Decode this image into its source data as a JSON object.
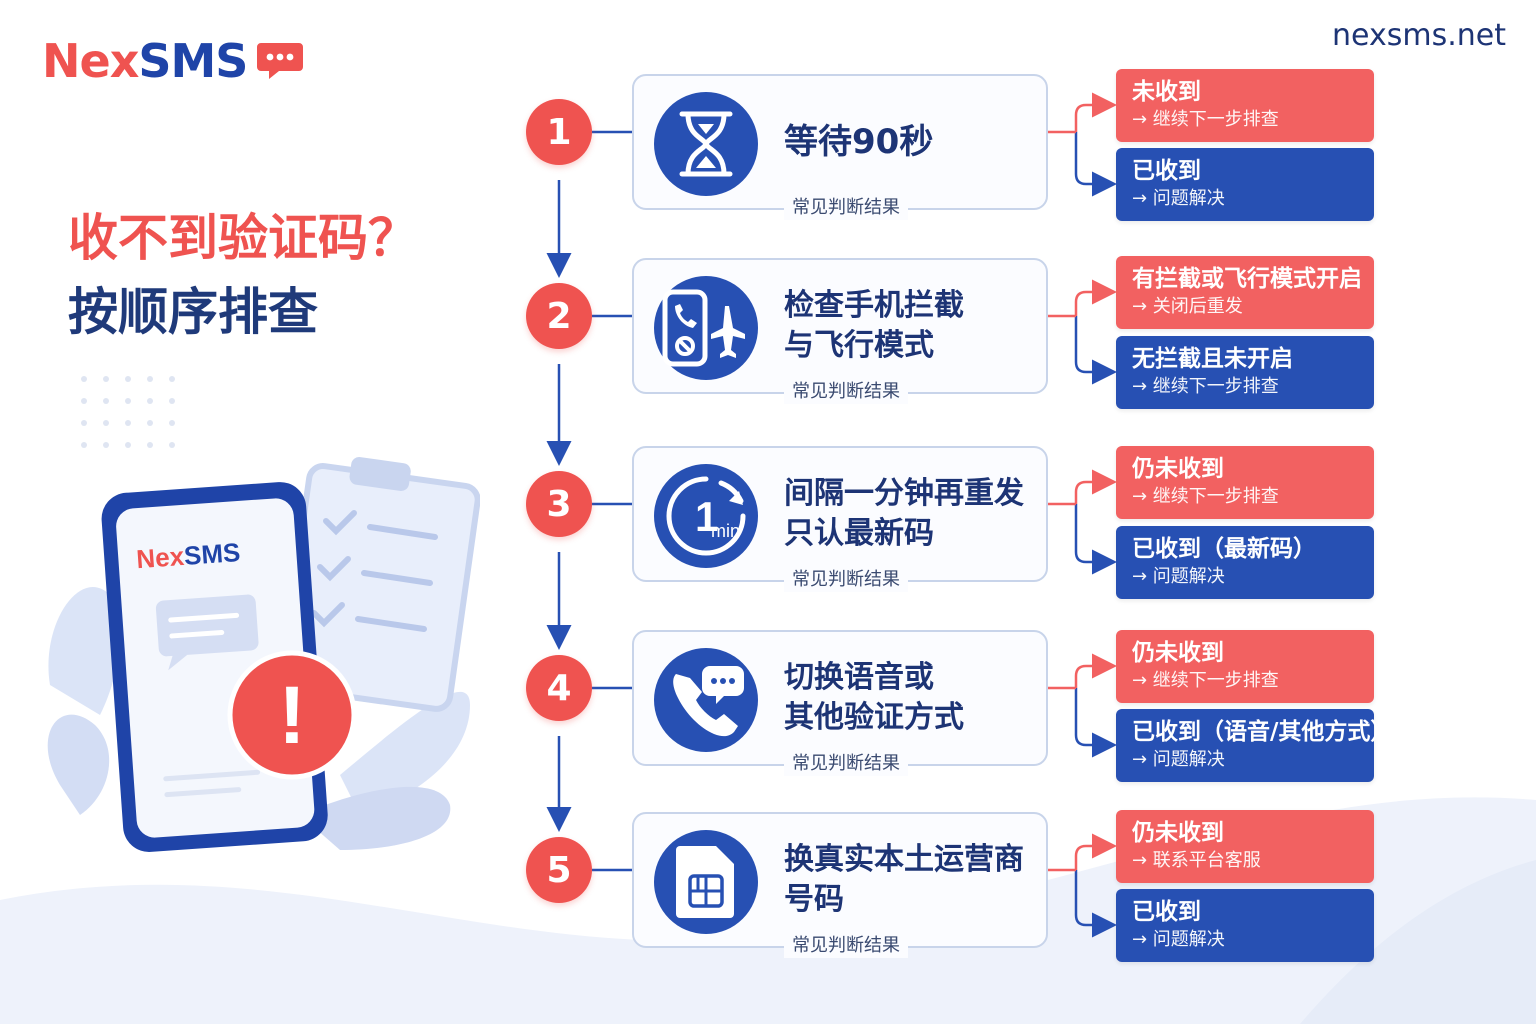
{
  "brand": {
    "name_a": "Nex",
    "name_b": "SMS",
    "url": "nexsms.net"
  },
  "headline": {
    "line1": "收不到验证码？",
    "line2": "按顺序排查"
  },
  "illustration": {
    "phone_brand_a": "Nex",
    "phone_brand_b": "SMS",
    "alert_symbol": "!"
  },
  "steps": [
    {
      "number": "1",
      "title": "等待90秒",
      "caption": "常见判断结果",
      "icon": "hourglass-icon",
      "outcomes": [
        {
          "title": "未收到",
          "sub": "→ 继续下一步排查",
          "color": "red"
        },
        {
          "title": "已收到",
          "sub": "→ 问题解决",
          "color": "blue"
        }
      ]
    },
    {
      "number": "2",
      "title_line1": "检查手机拦截",
      "title_line2": "与飞行模式",
      "caption": "常见判断结果",
      "icon": "phone-block-airplane-icon",
      "outcomes": [
        {
          "title": "有拦截或飞行模式开启",
          "sub": "→ 关闭后重发",
          "color": "red"
        },
        {
          "title": "无拦截且未开启",
          "sub": "→ 继续下一步排查",
          "color": "blue"
        }
      ]
    },
    {
      "number": "3",
      "title_line1": "间隔一分钟再重发",
      "title_line2": "只认最新码",
      "caption": "常见判断结果",
      "icon": "one-minute-timer-icon",
      "icon_text_big": "1",
      "icon_text_small": "min",
      "outcomes": [
        {
          "title": "仍未收到",
          "sub": "→ 继续下一步排查",
          "color": "red"
        },
        {
          "title": "已收到（最新码）",
          "sub": "→ 问题解决",
          "color": "blue"
        }
      ]
    },
    {
      "number": "4",
      "title_line1": "切换语音或",
      "title_line2": "其他验证方式",
      "caption": "常见判断结果",
      "icon": "phone-chat-icon",
      "outcomes": [
        {
          "title": "仍未收到",
          "sub": "→ 继续下一步排查",
          "color": "red"
        },
        {
          "title": "已收到（语音/其他方式）",
          "sub": "→ 问题解决",
          "color": "blue"
        }
      ]
    },
    {
      "number": "5",
      "title_line1": "换真实本土运营商",
      "title_line2": "号码",
      "caption": "常见判断结果",
      "icon": "sim-card-icon",
      "outcomes": [
        {
          "title": "仍未收到",
          "sub": "→ 联系平台客服",
          "color": "red"
        },
        {
          "title": "已收到",
          "sub": "→ 问题解决",
          "color": "blue"
        }
      ]
    }
  ],
  "colors": {
    "red": "#f26161",
    "blue": "#2750b3",
    "navy": "#1d3475"
  }
}
